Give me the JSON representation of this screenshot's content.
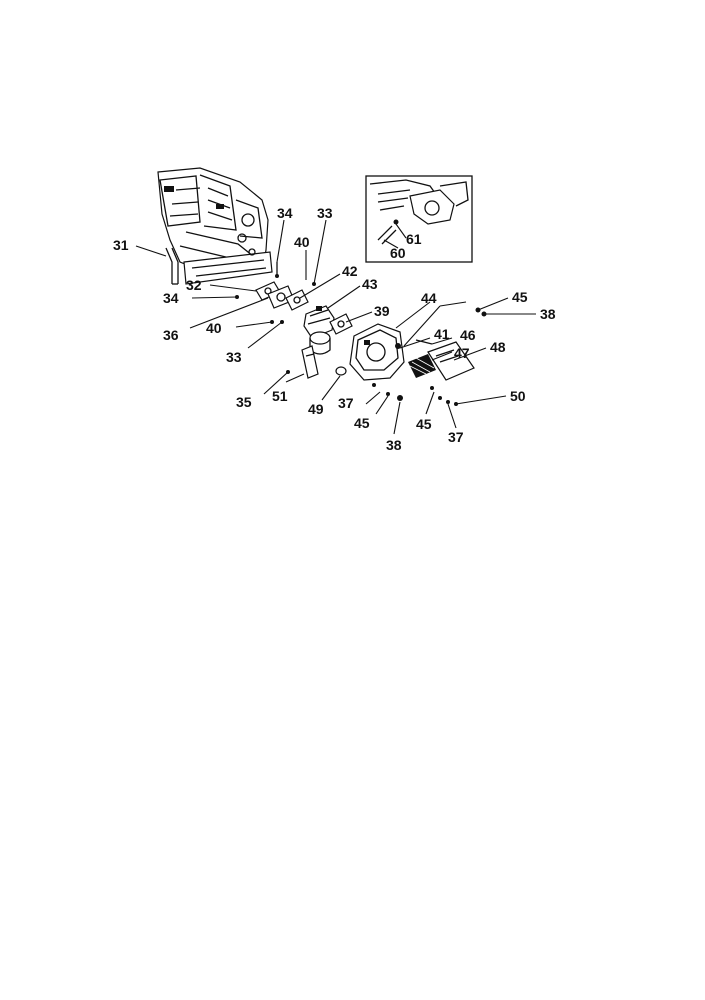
{
  "diagram": {
    "callouts": [
      "31",
      "32",
      "33",
      "34",
      "35",
      "36",
      "40",
      "42",
      "43",
      "39",
      "44",
      "45",
      "38",
      "41",
      "46",
      "47",
      "48",
      "49",
      "51",
      "37",
      "50",
      "60",
      "61"
    ],
    "inset_callouts": [
      "60",
      "61"
    ]
  }
}
